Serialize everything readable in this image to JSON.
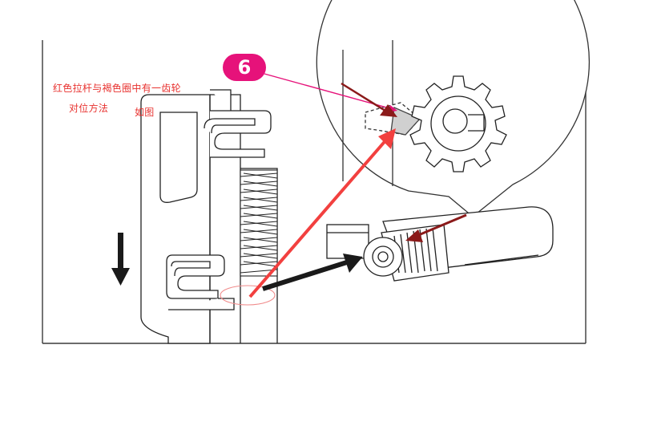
{
  "annotation": {
    "line1": "红色拉杆与褐色圈中有一齿轮",
    "line2": "对位方法",
    "line3": "如图"
  },
  "step_badge": {
    "number": "6",
    "color": "#e6127a"
  },
  "colors": {
    "annotation_text": "#e8322f",
    "red_arrow": "#f2403f",
    "dark_red_arrow": "#8b1a1a",
    "black_arrow": "#1a1a1a",
    "line_art": "#222222",
    "magenta_leader": "#e6127a"
  }
}
